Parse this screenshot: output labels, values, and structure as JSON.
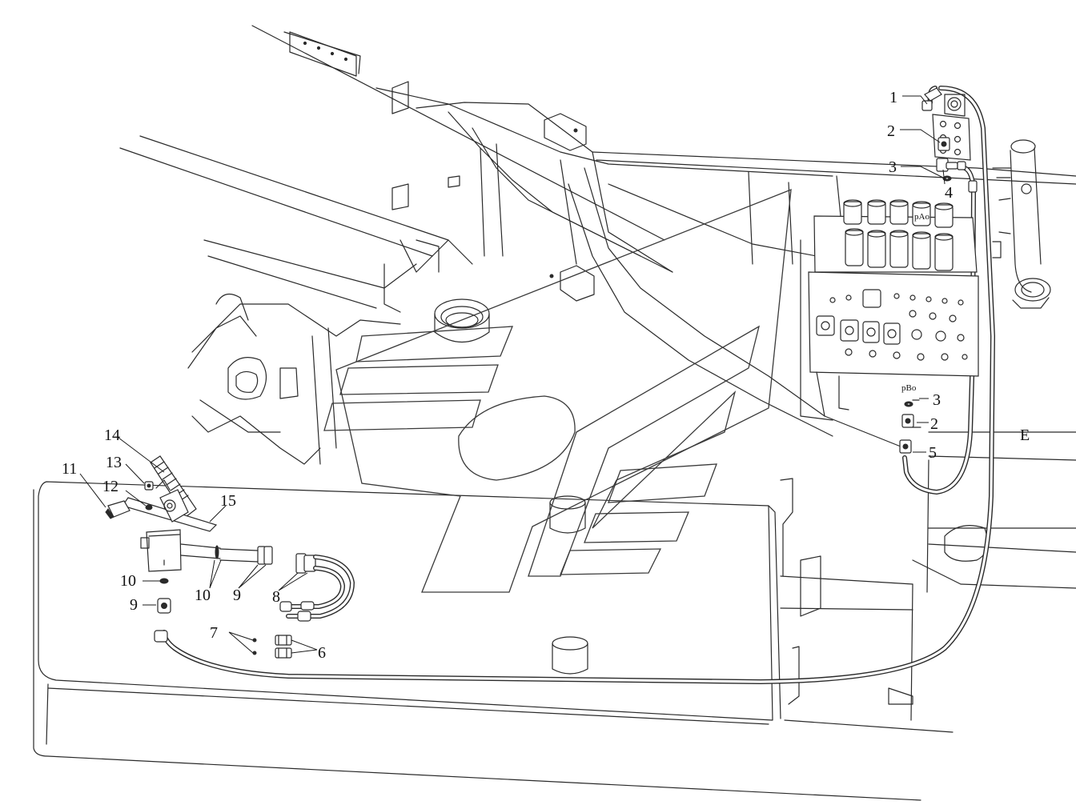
{
  "diagram": {
    "callouts": {
      "c1": "1",
      "c2a": "2",
      "c3a": "3",
      "c4": "4",
      "c3b": "3",
      "c2b": "2",
      "c5": "5",
      "c14": "14",
      "c13": "13",
      "c11": "11",
      "c12": "12",
      "c15": "15",
      "c10a": "10",
      "c10b": "10",
      "c9a": "9",
      "c9b": "9",
      "c8": "8",
      "c7": "7",
      "c6": "6"
    },
    "port_labels": {
      "pAo": "pAo",
      "pBo": "pBo"
    },
    "edge_label": "E"
  }
}
